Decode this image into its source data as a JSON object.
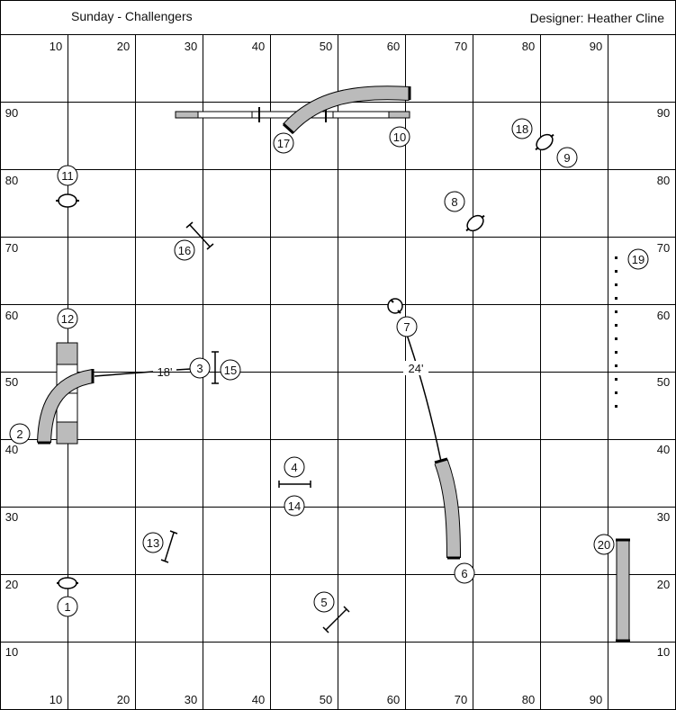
{
  "header": {
    "title": "Sunday - Challengers",
    "designer": "Designer: Heather Cline"
  },
  "axes": {
    "x_ticks": [
      "10",
      "20",
      "30",
      "40",
      "50",
      "60",
      "70",
      "80",
      "90"
    ],
    "y_ticks": [
      "90",
      "80",
      "70",
      "60",
      "50",
      "40",
      "30",
      "20",
      "10"
    ]
  },
  "numbers": {
    "n1": "1",
    "n2": "2",
    "n3": "3",
    "n4": "4",
    "n5": "5",
    "n6": "6",
    "n7": "7",
    "n8": "8",
    "n9": "9",
    "n10": "10",
    "n11": "11",
    "n12": "12",
    "n13": "13",
    "n14": "14",
    "n15": "15",
    "n16": "16",
    "n17": "17",
    "n18": "18",
    "n19": "19",
    "n20": "20"
  },
  "distances": {
    "d1": "18'",
    "d2": "24'"
  }
}
